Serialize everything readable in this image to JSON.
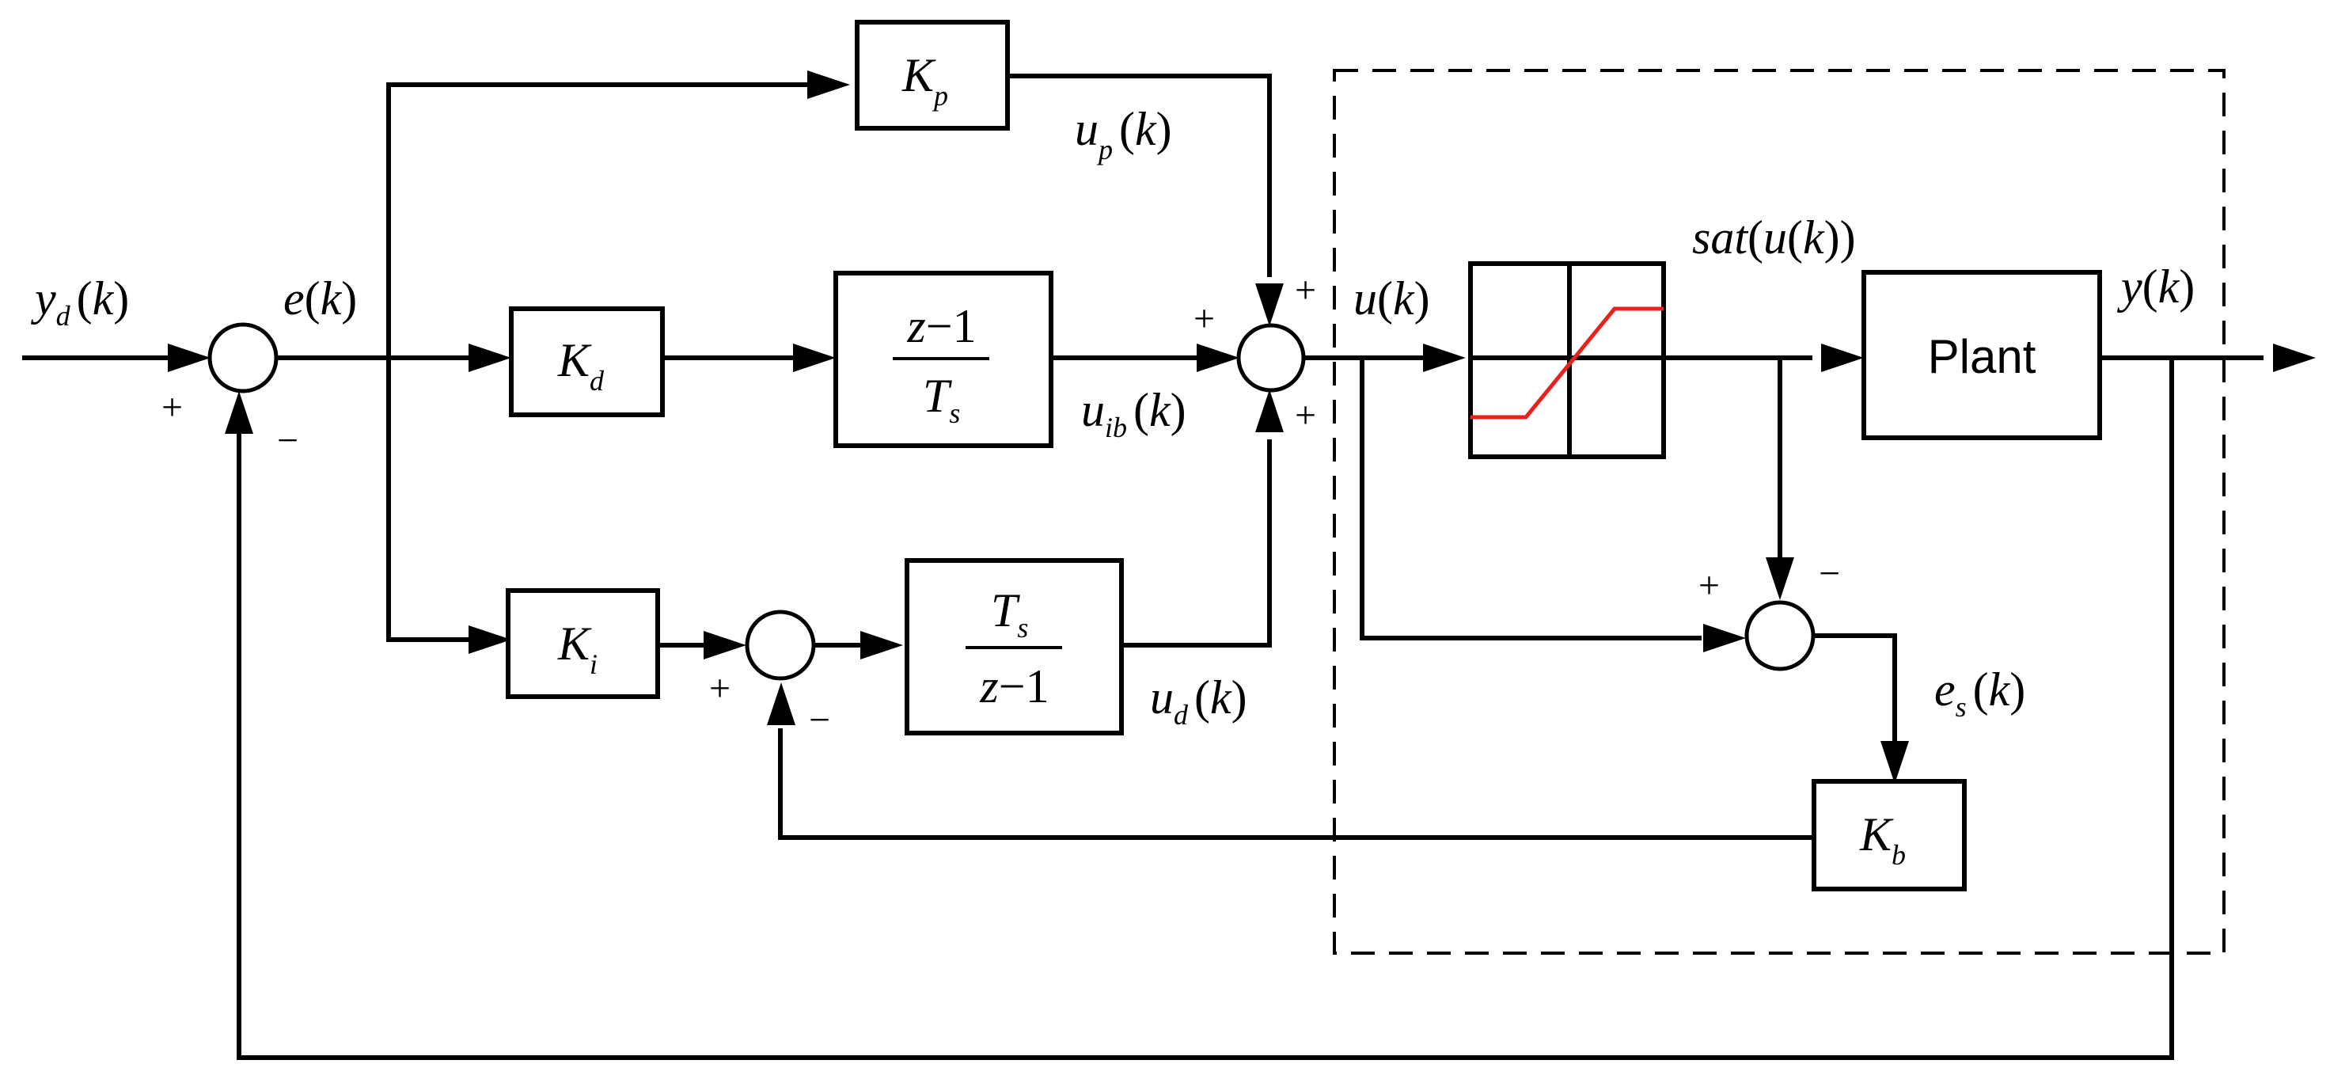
{
  "signals": {
    "yd": "y",
    "yd_sub": "d",
    "e": "e",
    "up": "u",
    "up_sub": "p",
    "uib": "u",
    "uib_sub": "ib",
    "ud": "u",
    "ud_sub": "d",
    "u": "u",
    "sat_main": "sat",
    "y": "y",
    "es": "e",
    "es_sub": "s",
    "arg_open": "(",
    "arg_var": "k",
    "arg_close": ")"
  },
  "blocks": {
    "kp": {
      "main": "K",
      "sub": "p"
    },
    "kd": {
      "main": "K",
      "sub": "d"
    },
    "ki": {
      "main": "K",
      "sub": "i"
    },
    "kb": {
      "main": "K",
      "sub": "b"
    },
    "diff": {
      "num_var": "z",
      "num_rest": "−1",
      "den_main": "T",
      "den_sub": "s"
    },
    "integ": {
      "num_main": "T",
      "num_sub": "s",
      "den_var": "z",
      "den_rest": "−1"
    },
    "plant": {
      "label": "Plant"
    }
  },
  "signs": {
    "sum1_in": "+",
    "sum1_fb": "−",
    "sum_main_left": "+",
    "sum_main_top": "+",
    "sum_main_bottom": "+",
    "sum_int_in": "+",
    "sum_int_fb": "−",
    "sum_es_in": "+",
    "sum_es_sat": "−"
  },
  "colors": {
    "saturation_curve": "#e8211c",
    "lines": "#000000"
  }
}
